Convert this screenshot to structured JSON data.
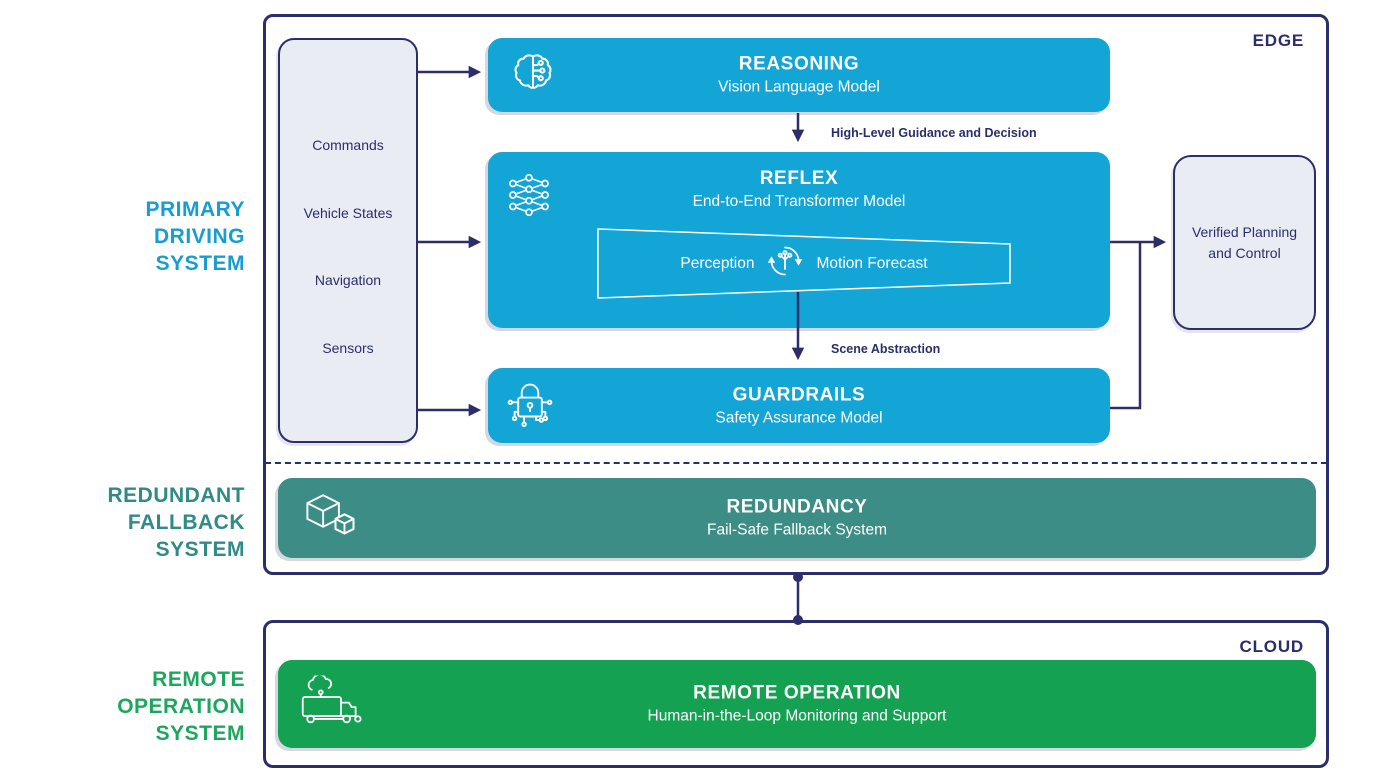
{
  "colors": {
    "navy": "#2b2e6a",
    "cyan": "#12a5d6",
    "teal": "#3b8d86",
    "green": "#14a151",
    "panel-fill": "#eaecf4",
    "cyan-label": "#189dd3",
    "teal-label": "#2f8a88",
    "green-label": "#1ca75d"
  },
  "side_labels": {
    "primary": {
      "lines": [
        "PRIMARY",
        "DRIVING",
        "SYSTEM"
      ]
    },
    "redundant": {
      "lines": [
        "REDUNDANT",
        "FALLBACK",
        "SYSTEM"
      ]
    },
    "remote": {
      "lines": [
        "REMOTE",
        "OPERATION",
        "SYSTEM"
      ]
    }
  },
  "panels": {
    "edge": {
      "label": "EDGE"
    },
    "cloud": {
      "label": "CLOUD"
    }
  },
  "inputs": {
    "items": [
      "Commands",
      "Vehicle States",
      "Navigation",
      "Sensors"
    ]
  },
  "blocks": {
    "reasoning": {
      "title": "REASONING",
      "subtitle": "Vision Language Model",
      "icon": "brain-circuit-icon"
    },
    "reflex": {
      "title": "REFLEX",
      "subtitle": "End-to-End Transformer Model",
      "icon": "neural-network-icon",
      "pipeline": {
        "left": "Perception",
        "right": "Motion Forecast",
        "icon": "sync-circuit-icon"
      }
    },
    "guardrails": {
      "title": "GUARDRAILS",
      "subtitle": "Safety Assurance Model",
      "icon": "circuit-lock-icon"
    },
    "verified_planning": {
      "label": "Verified Planning and Control"
    },
    "redundancy": {
      "title": "REDUNDANCY",
      "subtitle": "Fail-Safe Fallback System",
      "icon": "stacked-cubes-icon"
    },
    "remote_operation": {
      "title": "REMOTE OPERATION",
      "subtitle": "Human-in-the-Loop Monitoring and Support",
      "icon": "connected-truck-icon"
    }
  },
  "arrows": {
    "reasoning_to_reflex_label": "High-Level Guidance and Decision",
    "reflex_to_guardrails_label": "Scene Abstraction"
  }
}
